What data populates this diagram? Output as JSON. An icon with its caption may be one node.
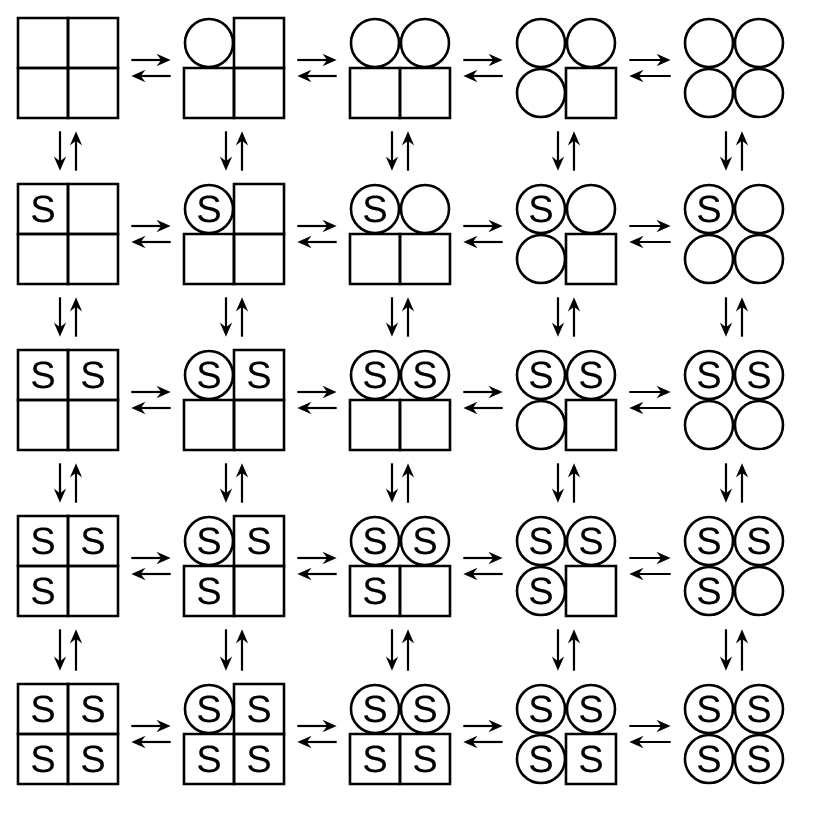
{
  "diagram": {
    "nodes": [
      {
        "text": [],
        "shape": "box"
      },
      {
        "text": [],
        "shape": "box"
      },
      {
        "text": [],
        "shape": "box"
      },
      {
        "text": [],
        "shape": "box"
      },
      {
        "text": [],
        "shape": "circle"
      },
      {
        "text": [
          "S"
        ]
      },
      {
        "text": [
          "S"
        ]
      },
      {
        "text": [
          "S"
        ]
      },
      {
        "text": [
          "S"
        ]
      },
      {
        "text": [
          "S"
        ]
      },
      {
        "text": [
          "S",
          "S"
        ]
      },
      {
        "text": [
          "S",
          "S"
        ]
      },
      {
        "text": [
          "S",
          "S"
        ]
      },
      {
        "text": [
          "S",
          "S"
        ]
      },
      {
        "text": [
          "S",
          "S"
        ]
      },
      {
        "text": [
          "S",
          "S",
          "S"
        ]
      },
      {
        "text": [
          "S",
          "S",
          "S"
        ]
      },
      {
        "text": [
          "S",
          "S",
          "S"
        ]
      },
      {
        "text": [
          "S",
          "S",
          "S"
        ]
      },
      {
        "text": [
          "S",
          "S",
          "S"
        ]
      },
      {
        "text": [
          "S",
          "S",
          "S",
          "S"
        ]
      },
      {
        "text": [
          "S",
          "S",
          "S",
          "S"
        ]
      },
      {
        "text": [
          "S",
          "S",
          "S",
          "S"
        ]
      },
      {
        "text": [
          "S",
          "S",
          "S",
          "S"
        ]
      },
      {
        "text": [
          "S",
          "S",
          "S",
          "S"
        ]
      }
    ],
    "edges": [
      {
        "from": 0,
        "to": 1,
        "arrow": "to"
      },
      {
        "from": 1,
        "to": 0,
        "arrow": "to"
      },
      {
        "from": 1,
        "to": 2,
        "arrow": "to"
      },
      {
        "from": 2,
        "to": 1,
        "arrow": "to"
      },
      {
        "from": 2,
        "to": 3,
        "arrow": "to"
      },
      {
        "from": 3,
        "to": 2,
        "arrow": "to"
      },
      {
        "from": 3,
        "to": 4,
        "arrow": "to"
      },
      {
        "from": 4,
        "to": 3,
        "arrow": "to"
      },
      {
        "from": 5,
        "to": 6,
        "arrow": "to"
      },
      {
        "from": 6,
        "to": 5,
        "arrow": "to"
      },
      {
        "from": 6,
        "to": 7,
        "arrow": "to"
      },
      {
        "from": 7,
        "to": 6,
        "arrow": "to"
      },
      {
        "from": 7,
        "to": 8,
        "arrow": "to"
      },
      {
        "from": 8,
        "to": 7,
        "arrow": "to"
      },
      {
        "from": 8,
        "to": 9,
        "arrow": "to"
      },
      {
        "from": 9,
        "to": 8,
        "arrow": "to"
      },
      {
        "from": 10,
        "to": 11,
        "arrow": "to"
      },
      {
        "from": 11,
        "to": 10,
        "arrow": "to"
      },
      {
        "from": 11,
        "to": 12,
        "arrow": "to"
      },
      {
        "from": 12,
        "to": 11,
        "arrow": "to"
      },
      {
        "from": 12,
        "to": 13,
        "arrow": "to"
      },
      {
        "from": 13,
        "to": 12,
        "arrow": "to"
      },
      {
        "from": 13,
        "to": 14,
        "arrow": "to"
      },
      {
        "from": 14,
        "to": 13,
        "arrow": "to"
      },
      {
        "from": 15,
        "to": 16,
        "arrow": "to"
      },
      {
        "from": 16,
        "to": 15,
        "arrow": "to"
      },
      {
        "from": 16,
        "to": 17,
        "arrow": "to"
      },
      {
        "from": 17,
        "to": 16,
        "arrow": "to"
      },
      {
        "from": 17,
        "to": 18,
        "arrow": "to"
      },
      {
        "from": 18,
        "to": 17,
        "arrow": "to"
      },
      {
        "from": 18,
        "to": 19,
        "arrow": "to"
      },
      {
        "from": 19,
        "to": 18,
        "arrow": "to"
      },
      {
        "from": 20,
        "to": 21,
        "arrow": "to"
      },
      {
        "from": 21,
        "to": 20,
        "arrow": "to"
      },
      {
        "from": 21,
        "to": 22,
        "arrow": "to"
      },
      {
        "from": 22,
        "to": 21,
        "arrow": "to"
      },
      {
        "from": 22,
        "to": 23,
        "arrow": "to"
      },
      {
        "from": 23,
        "to": 22,
        "arrow": "to"
      },
      {
        "from": 23,
        "to": 24,
        "arrow": "to"
      },
      {
        "from": 24,
        "to": 23,
        "arrow": "to"
      },
      {
        "from": 0,
        "to": 5,
        "arrow": "to"
      },
      {
        "from": 5,
        "to": 0,
        "arrow": "to"
      },
      {
        "from": 1,
        "to": 6,
        "arrow": "to"
      },
      {
        "from": 6,
        "to": 1,
        "arrow": "to"
      },
      {
        "from": 2,
        "to": 7,
        "arrow": "to"
      },
      {
        "from": 7,
        "to": 2,
        "arrow": "to"
      },
      {
        "from": 3,
        "to": 8,
        "arrow": "to"
      },
      {
        "from": 8,
        "to": 3,
        "arrow": "to"
      },
      {
        "from": 4,
        "to": 9,
        "arrow": "to"
      },
      {
        "from": 9,
        "to": 4,
        "arrow": "to"
      },
      {
        "from": 5,
        "to": 10,
        "arrow": "to"
      },
      {
        "from": 10,
        "to": 5,
        "arrow": "to"
      },
      {
        "from": 6,
        "to": 11,
        "arrow": "to"
      },
      {
        "from": 11,
        "to": 6,
        "arrow": "to"
      },
      {
        "from": 7,
        "to": 12,
        "arrow": "to"
      },
      {
        "from": 12,
        "to": 7,
        "arrow": "to"
      },
      {
        "from": 8,
        "to": 13,
        "arrow": "to"
      },
      {
        "from": 13,
        "to": 8,
        "arrow": "to"
      },
      {
        "from": 9,
        "to": 14,
        "arrow": "to"
      },
      {
        "from": 14,
        "to": 9,
        "arrow": "to"
      },
      {
        "from": 10,
        "to": 15,
        "arrow": "to"
      },
      {
        "from": 15,
        "to": 10,
        "arrow": "to"
      },
      {
        "from": 11,
        "to": 16,
        "arrow": "to"
      },
      {
        "from": 16,
        "to": 11,
        "arrow": "to"
      },
      {
        "from": 12,
        "to": 17,
        "arrow": "to"
      },
      {
        "from": 17,
        "to": 12,
        "arrow": "to"
      },
      {
        "from": 13,
        "to": 18,
        "arrow": "to"
      },
      {
        "from": 18,
        "to": 13,
        "arrow": "to"
      },
      {
        "from": 14,
        "to": 19,
        "arrow": "to"
      },
      {
        "from": 19,
        "to": 14,
        "arrow": "to"
      },
      {
        "from": 15,
        "to": 20,
        "arrow": "to"
      },
      {
        "from": 20,
        "to": 15,
        "arrow": "to"
      },
      {
        "from": 16,
        "to": 21,
        "arrow": "to"
      },
      {
        "from": 21,
        "to": 16,
        "arrow": "to"
      },
      {
        "from": 17,
        "to": 22,
        "arrow": "to"
      },
      {
        "from": 22,
        "to": 17,
        "arrow": "to"
      },
      {
        "from": 18,
        "to": 23,
        "arrow": "to"
      },
      {
        "from": 23,
        "to": 18,
        "arrow": "to"
      },
      {
        "from": 19,
        "to": 24,
        "arrow": "to"
      },
      {
        "from": 24,
        "to": 19,
        "arrow": "to"
      }
    ]
  }
}
